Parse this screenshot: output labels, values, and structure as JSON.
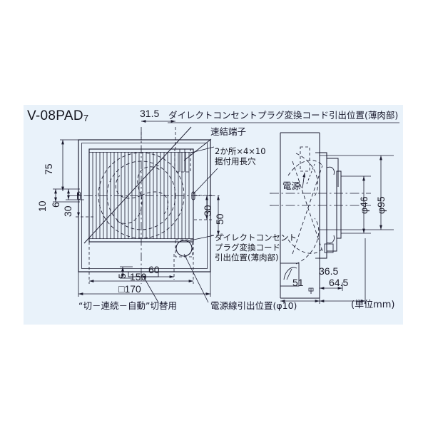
{
  "drawing": {
    "model_number": "V-08PAD",
    "model_suffix": "7",
    "unit_note": "(単位mm)",
    "background_color": "#e9f2fa",
    "line_color": "#1a1a2e"
  },
  "labels": {
    "top_cord_outlet": "ダイレクトコンセントプラグ変換コード引出位置(薄肉部)",
    "quick_terminal": "速結端子",
    "mounting_hole_line1": "2か所×4×10",
    "mounting_hole_line2": "据付用長穴",
    "cord_outlet_line1": "ダイレクトコンセント",
    "cord_outlet_line2": "プラグ変換コード",
    "cord_outlet_line3": "引出位置(薄肉部)",
    "switch_note": "“切－連続－自動”切替用",
    "power_cord_outlet": "電源線引出位置(φ10)",
    "power_supply": "電源"
  },
  "dimensions": {
    "front_top_31_5": "31.5",
    "left_75": "75",
    "left_10": "10",
    "left_6": "6",
    "left_30": "30",
    "right_30": "30",
    "right_50": "50",
    "bottom_5": "5",
    "bottom_60": "60",
    "bottom_150": "150",
    "bottom_square_170": "□170",
    "side_51": "51",
    "side_36_5": "36.5",
    "side_64_5": "64.5",
    "dia_46": "φ46",
    "dia_95": "φ95"
  }
}
